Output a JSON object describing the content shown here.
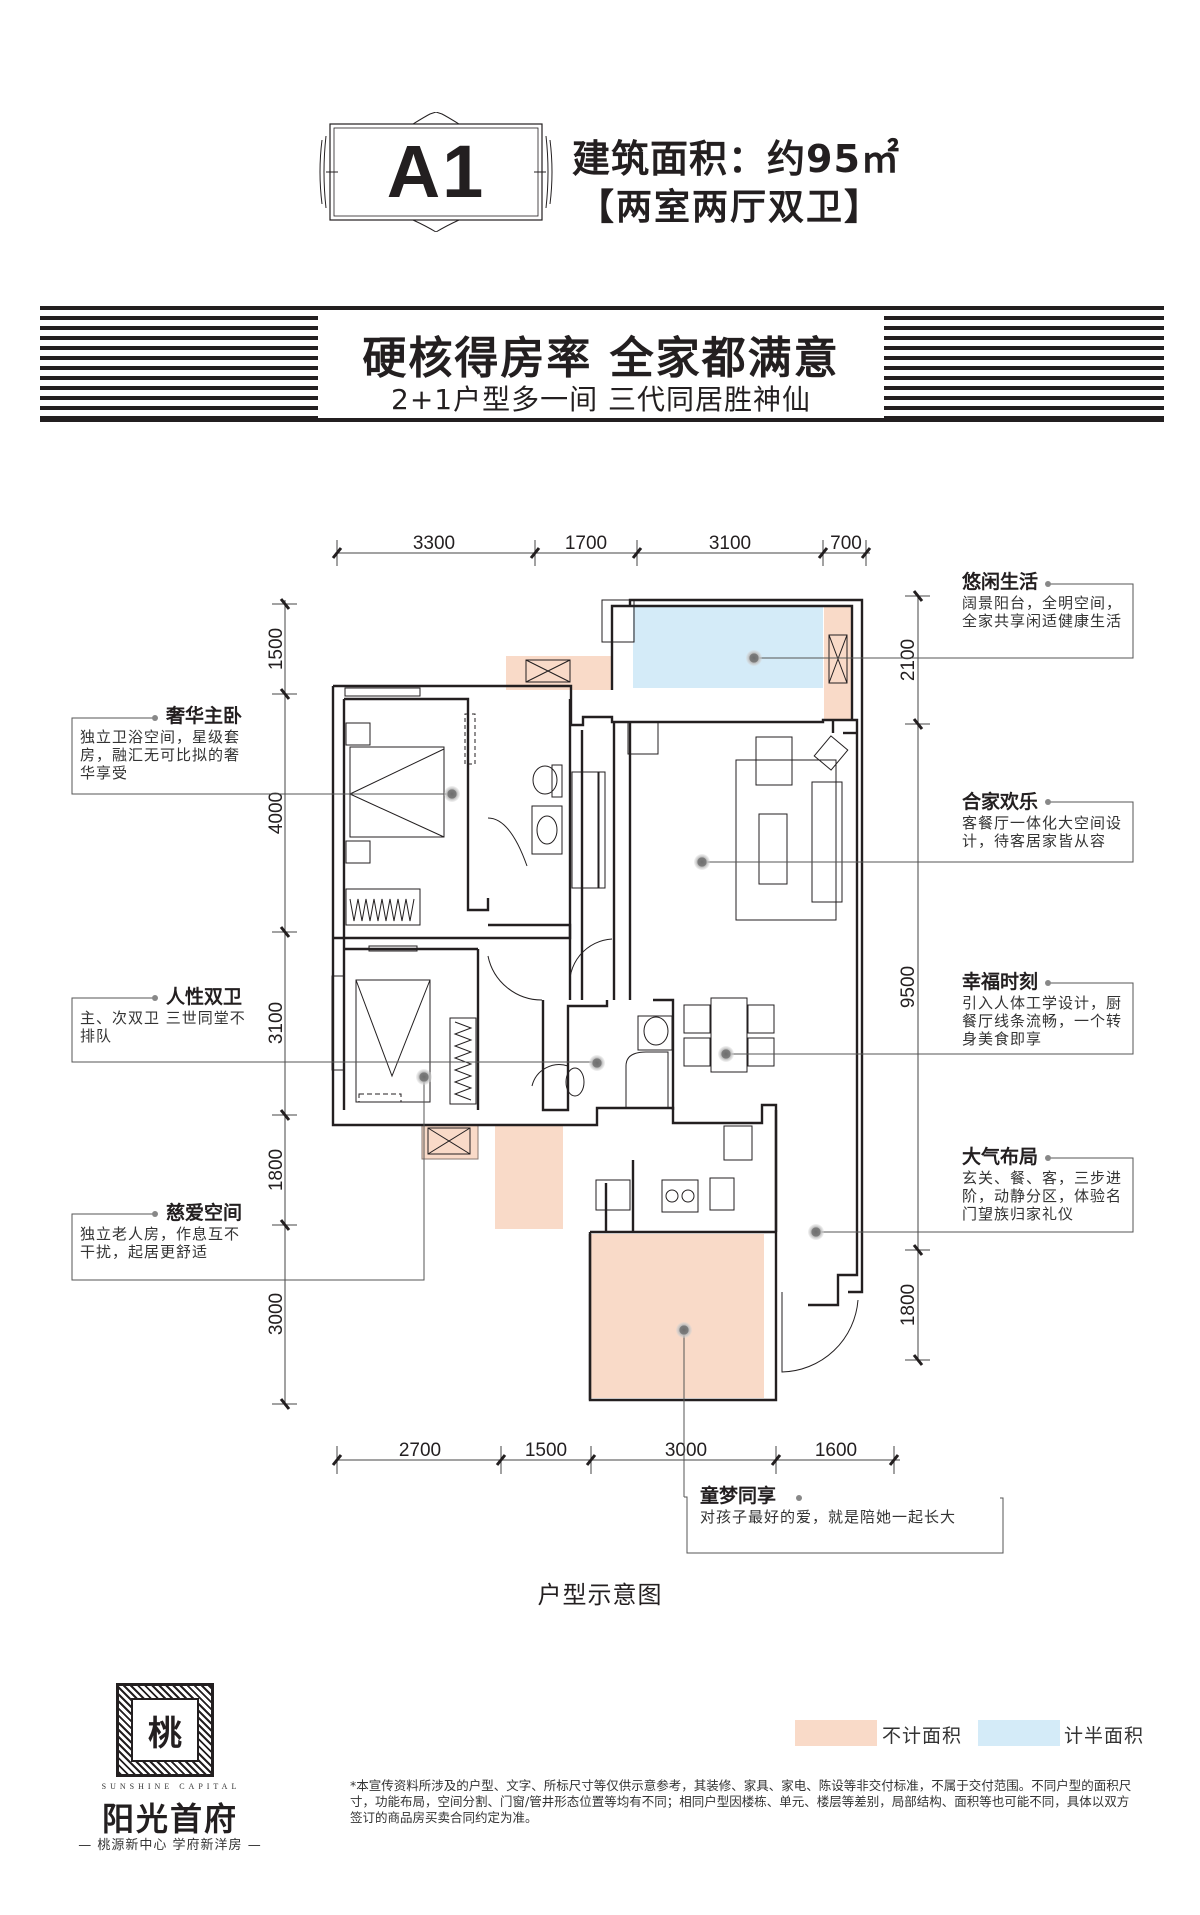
{
  "header": {
    "unit_code": "A1",
    "area_label": "建筑面积：约95",
    "area_unit": "㎡",
    "layout": "【两室两厅双卫】"
  },
  "banner": {
    "headline": "硬核得房率 全家都满意",
    "subline": "2+1户型多一间 三代同居胜神仙"
  },
  "dimensions": {
    "top": [
      "3300",
      "1700",
      "3100",
      "700"
    ],
    "bottom": [
      "2700",
      "1500",
      "3000",
      "1600"
    ],
    "left": [
      "1500",
      "4000",
      "3100",
      "1800",
      "3000"
    ],
    "right": [
      "2100",
      "9500",
      "1800"
    ]
  },
  "annotations": {
    "master_bedroom": {
      "title": "奢华主卧",
      "text": "独立卫浴空间，星级套房，融汇无可比拟的奢华享受"
    },
    "dual_bath": {
      "title": "人性双卫",
      "text": "主、次双卫  三世同堂不排队"
    },
    "elder_room": {
      "title": "慈爱空间",
      "text": "独立老人房，作息互不干扰，起居更舒适"
    },
    "balcony": {
      "title": "悠闲生活",
      "text": "阔景阳台，全明空间，全家共享闲适健康生活"
    },
    "living": {
      "title": "合家欢乐",
      "text": "客餐厅一体化大空间设计，待客居家皆从容"
    },
    "dining": {
      "title": "幸福时刻",
      "text": "引入人体工学设计，厨餐厅线条流畅，一个转身美食即享"
    },
    "entry": {
      "title": "大气布局",
      "text": "玄关、餐、客，三步进阶，动静分区，体验名门望族归家礼仪"
    },
    "kids": {
      "title": "童梦同享",
      "text": "对孩子最好的爱，就是陪她一起长大"
    }
  },
  "caption": "户型示意图",
  "legend": [
    {
      "label": "不计面积",
      "color": "#f9dac8"
    },
    {
      "label": "计半面积",
      "color": "#d4ebf8"
    }
  ],
  "colors": {
    "not_counted": "#f9dac8",
    "half_counted": "#d4ebf8",
    "wall": "#231f20",
    "marker": "#7a7a7a"
  },
  "logo": {
    "glyph": "桃",
    "english": "SUNSHINE CAPITAL",
    "name": "阳光首府",
    "slogan": "— 桃源新中心  学府新洋房 —"
  },
  "disclaimer": "*本宣传资料所涉及的户型、文字、所标尺寸等仅供示意参考，其装修、家具、家电、陈设等非交付标准，不属于交付范围。不同户型的面积尺寸，功能布局，空间分割、门窗/管井形态位置等均有不同；相同户型因楼栋、单元、楼层等差别，局部结构、面积等也可能不同，具体以双方签订的商品房买卖合同约定为准。"
}
